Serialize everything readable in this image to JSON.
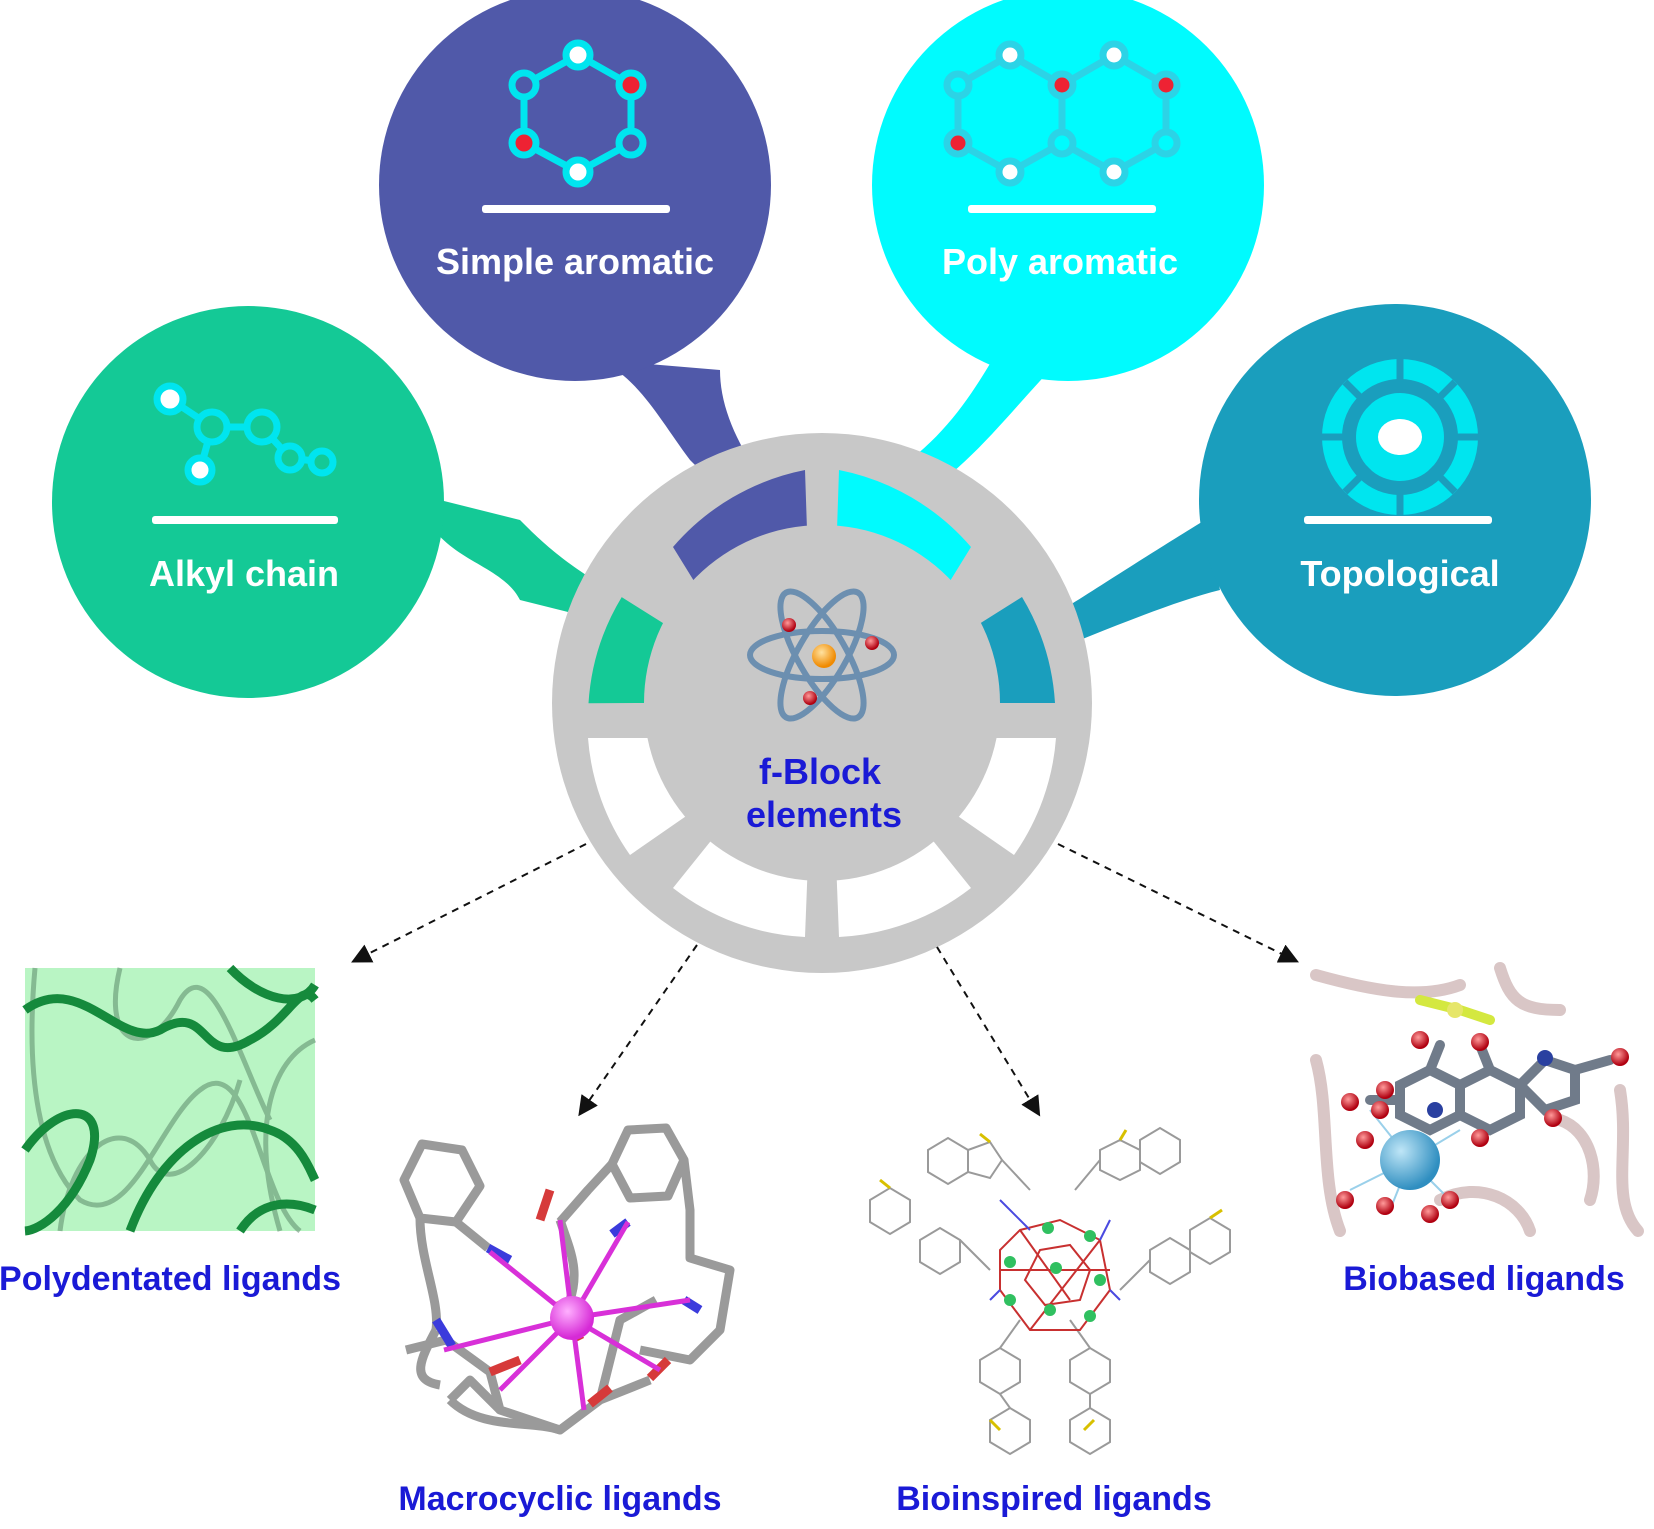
{
  "categories": {
    "alkyl": {
      "label": "Alkyl chain",
      "color": "#14c996"
    },
    "simple": {
      "label": "Simple aromatic",
      "color": "#5059a9"
    },
    "poly": {
      "label": "Poly aromatic",
      "color": "#00fbfe"
    },
    "topological": {
      "label": "Topological",
      "color": "#1a9ebd"
    }
  },
  "center": {
    "line1": "f-Block",
    "line2": "elements"
  },
  "ligands": {
    "polydentated": "Polydentated ligands",
    "macrocyclic": "Macrocyclic ligands",
    "bioinspired": "Bioinspired ligands",
    "biobased": "Biobased ligands"
  }
}
